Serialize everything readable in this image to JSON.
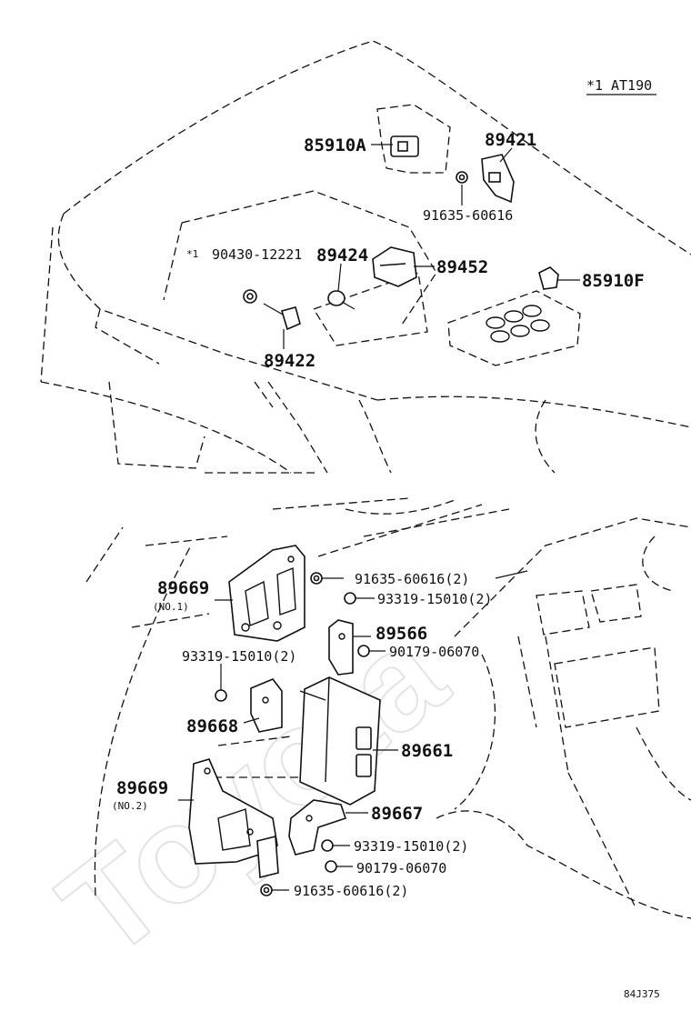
{
  "watermark": "Toyota",
  "top_note": {
    "marker": "*1",
    "text": "AT190"
  },
  "drawing_code": "84J375",
  "callouts": {
    "c85910A": "85910A",
    "c89421": "89421",
    "c91635_top": "91635-60616",
    "c90430": "90430-12221",
    "c90430_marker": "*1",
    "c89424": "89424",
    "c89452": "89452",
    "c85910F": "85910F",
    "c89422": "89422",
    "c89669_a": "89669",
    "c89669_a_sub": "(NO.1)",
    "c91635_b": "91635-60616(2)",
    "c93319_a": "93319-15010(2)",
    "c89566": "89566",
    "c90179_a": "90179-06070",
    "c93319_b": "93319-15010(2)",
    "c89668": "89668",
    "c89661": "89661",
    "c89669_b": "89669",
    "c89669_b_sub": "(NO.2)",
    "c89667": "89667",
    "c93319_c": "93319-15010(2)",
    "c90179_b": "90179-06070",
    "c91635_c": "91635-60616(2)"
  }
}
